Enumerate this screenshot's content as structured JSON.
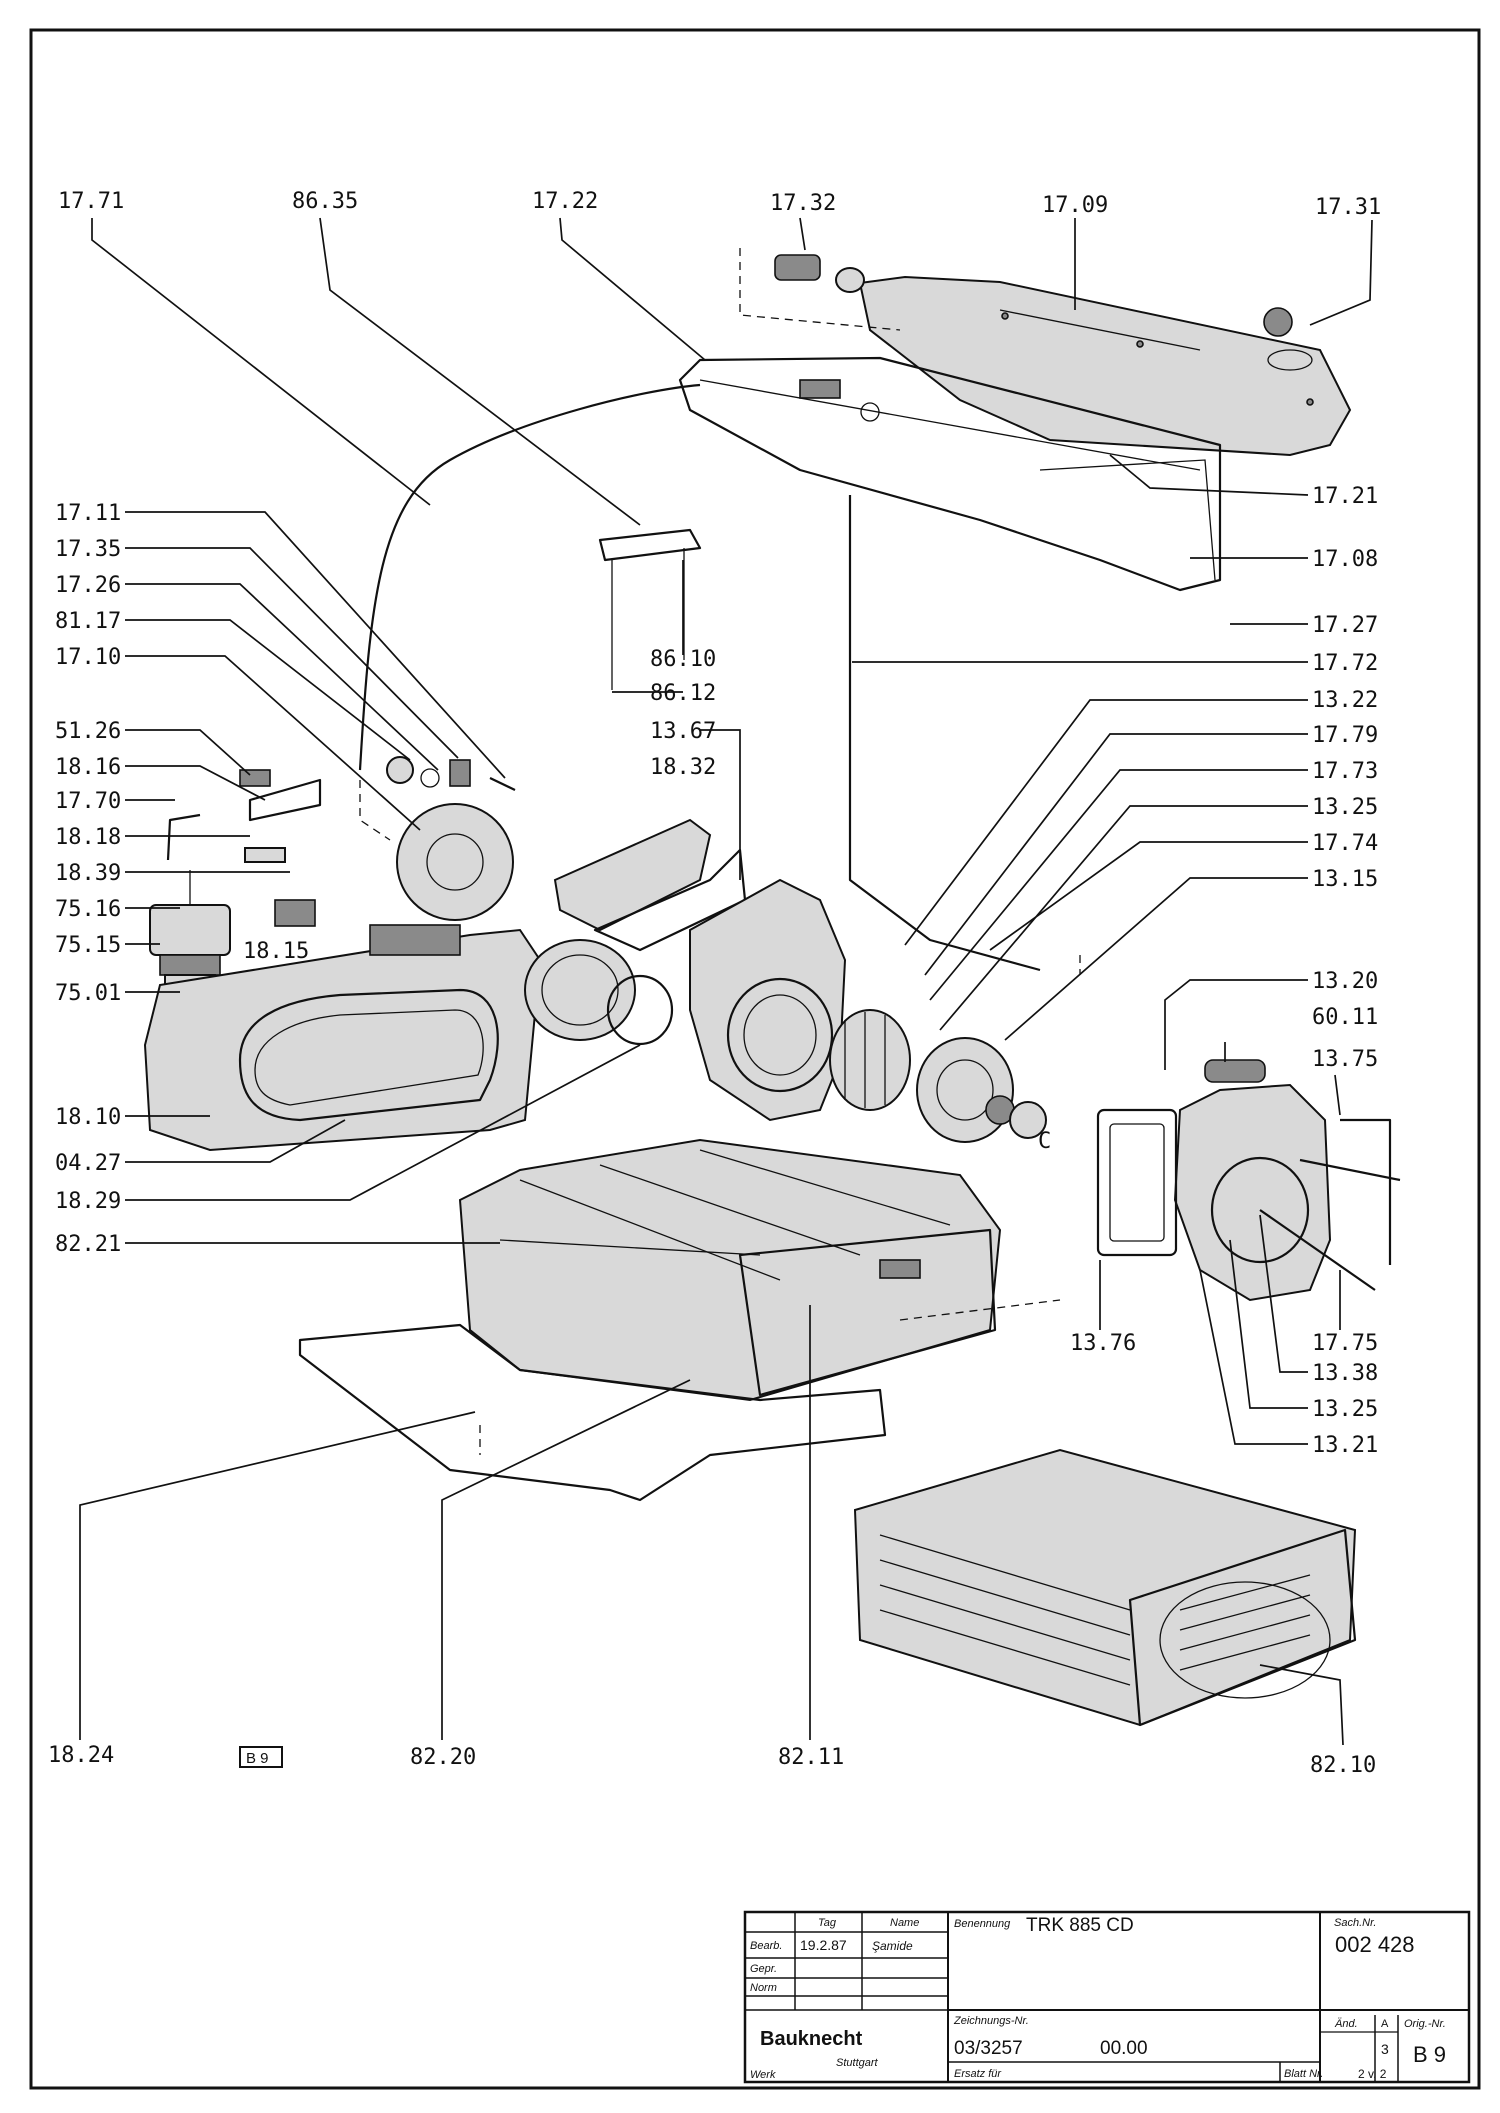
{
  "diagram": {
    "labels": [
      {
        "id": "l-17-71",
        "text": "17.71"
      },
      {
        "id": "l-86-35",
        "text": "86.35"
      },
      {
        "id": "l-17-22",
        "text": "17.22"
      },
      {
        "id": "l-17-32",
        "text": "17.32"
      },
      {
        "id": "l-17-09",
        "text": "17.09"
      },
      {
        "id": "l-17-31",
        "text": "17.31"
      },
      {
        "id": "l-17-21",
        "text": "17.21"
      },
      {
        "id": "l-17-08",
        "text": "17.08"
      },
      {
        "id": "l-17-27",
        "text": "17.27"
      },
      {
        "id": "l-17-72",
        "text": "17.72"
      },
      {
        "id": "l-13-22",
        "text": "13.22"
      },
      {
        "id": "l-17-79",
        "text": "17.79"
      },
      {
        "id": "l-17-73",
        "text": "17.73"
      },
      {
        "id": "l-13-25a",
        "text": "13.25"
      },
      {
        "id": "l-17-74",
        "text": "17.74"
      },
      {
        "id": "l-13-15",
        "text": "13.15"
      },
      {
        "id": "l-17-11",
        "text": "17.11"
      },
      {
        "id": "l-17-35",
        "text": "17.35"
      },
      {
        "id": "l-17-26",
        "text": "17.26"
      },
      {
        "id": "l-81-17",
        "text": "81.17"
      },
      {
        "id": "l-17-10",
        "text": "17.10"
      },
      {
        "id": "l-86-10",
        "text": "86.10"
      },
      {
        "id": "l-86-12",
        "text": "86.12"
      },
      {
        "id": "l-51-26",
        "text": "51.26"
      },
      {
        "id": "l-18-16",
        "text": "18.16"
      },
      {
        "id": "l-17-70",
        "text": "17.70"
      },
      {
        "id": "l-18-18",
        "text": "18.18"
      },
      {
        "id": "l-18-39",
        "text": "18.39"
      },
      {
        "id": "l-75-16",
        "text": "75.16"
      },
      {
        "id": "l-75-15",
        "text": "75.15"
      },
      {
        "id": "l-75-01",
        "text": "75.01"
      },
      {
        "id": "l-18-15",
        "text": "18.15"
      },
      {
        "id": "l-13-67",
        "text": "13.67"
      },
      {
        "id": "l-18-32",
        "text": "18.32"
      },
      {
        "id": "l-13-20",
        "text": "13.20"
      },
      {
        "id": "l-60-11",
        "text": "60.11"
      },
      {
        "id": "l-13-75",
        "text": "13.75"
      },
      {
        "id": "l-18-10",
        "text": "18.10"
      },
      {
        "id": "l-04-27",
        "text": "04.27"
      },
      {
        "id": "l-18-29",
        "text": "18.29"
      },
      {
        "id": "l-82-21",
        "text": "82.21"
      },
      {
        "id": "l-13-76",
        "text": "13.76"
      },
      {
        "id": "l-17-75",
        "text": "17.75"
      },
      {
        "id": "l-13-38",
        "text": "13.38"
      },
      {
        "id": "l-13-25b",
        "text": "13.25"
      },
      {
        "id": "l-13-21",
        "text": "13.21"
      },
      {
        "id": "l-18-24",
        "text": "18.24"
      },
      {
        "id": "l-82-20",
        "text": "82.20"
      },
      {
        "id": "l-82-11",
        "text": "82.11"
      },
      {
        "id": "l-82-10",
        "text": "82.10"
      },
      {
        "id": "l-c",
        "text": "C"
      }
    ],
    "sheet_tag": "B 9"
  },
  "title_block": {
    "col_tag": "Tag",
    "col_name": "Name",
    "row_bearb": "Bearb.",
    "row_gepr": "Gepr.",
    "row_norm": "Norm",
    "bearb_date": "19.2.87",
    "bearb_name": "Şamide",
    "benennung_label": "Benennung",
    "benennung": "TRK 885 CD",
    "sach_label": "Sach.Nr.",
    "sach_nr": "002 428",
    "brand": "Bauknecht",
    "brand_city": "Stuttgart",
    "werk_label": "Werk",
    "zeichnung_label": "Zeichnungs-Nr.",
    "zeichnung_nr": "03/3257",
    "zeichnung_ext": "00.00",
    "aend_label": "Änd.",
    "aend_a": "A",
    "aend_val": "3",
    "orig_label": "Orig.-Nr.",
    "orig_val": "B 9",
    "ersatz_label": "Ersatz für",
    "blatt_label": "Blatt Nr.",
    "blatt_val": "2 v. 2"
  }
}
